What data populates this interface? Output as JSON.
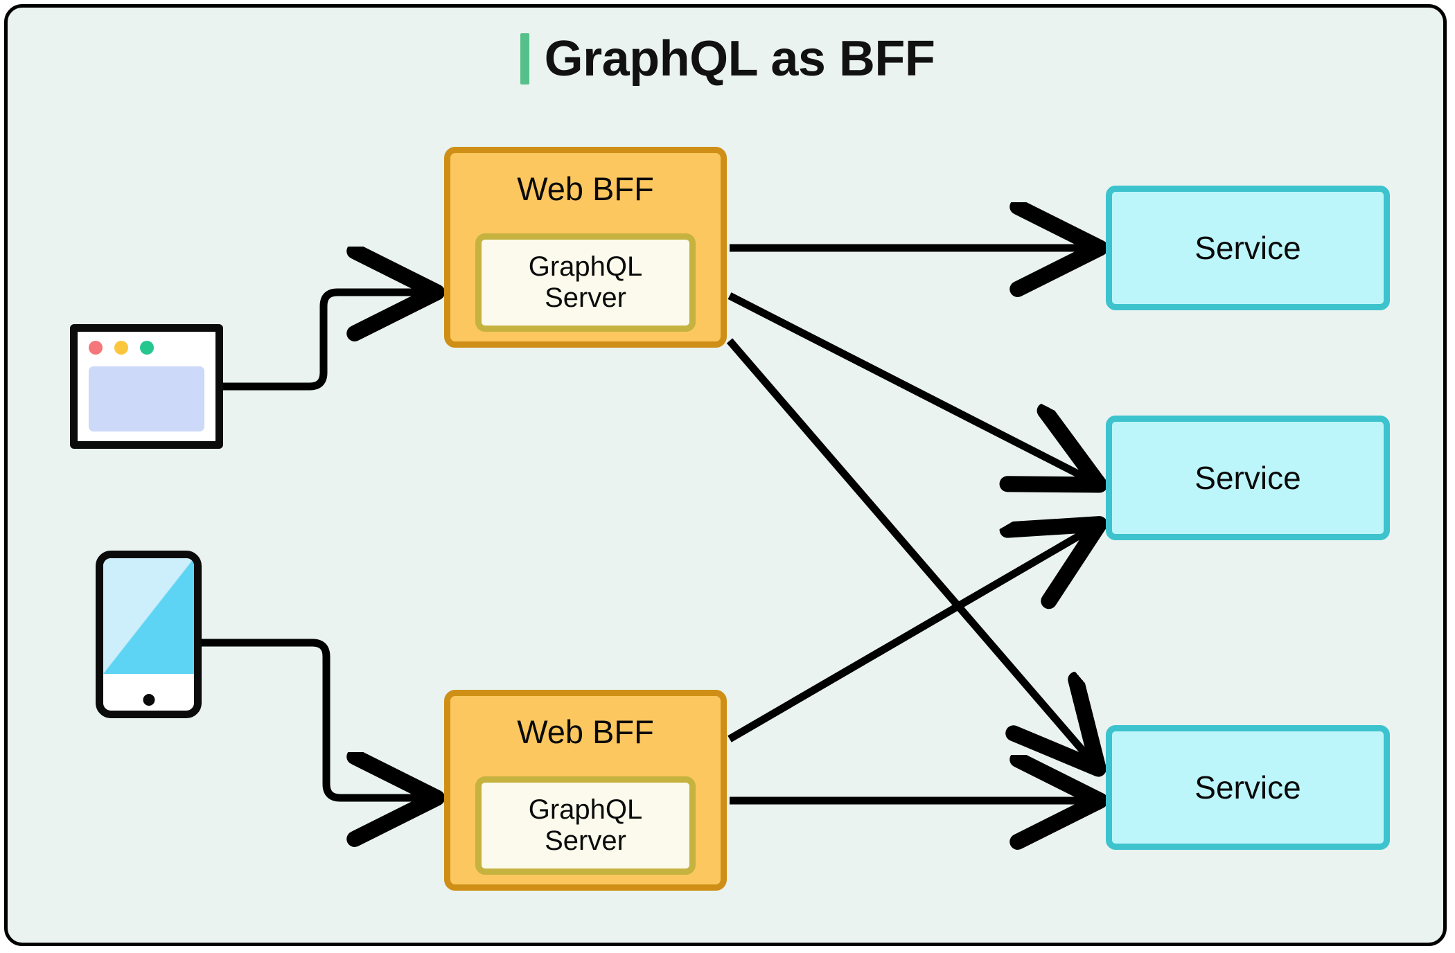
{
  "title": {
    "text": "GraphQL as BFF",
    "accent_color": "#56c08a"
  },
  "colors": {
    "canvas_background": "#eaf3f0",
    "frame_border": "#000000",
    "bff_fill": "#fcc75f",
    "bff_border": "#cf8f16",
    "graphql_fill": "#fbfaec",
    "graphql_border": "#c5b23f",
    "service_fill": "#bdf6fa",
    "service_border": "#3cc3cd",
    "connector": "#000000",
    "browser_content": "#ccd9f8",
    "browser_dot_red": "#f5777a",
    "browser_dot_yellow": "#fbc63c",
    "browser_dot_green": "#26c78f",
    "phone_screen_light": "#cdeffb",
    "phone_screen_dark": "#5dd4f4"
  },
  "clients": [
    {
      "id": "browser",
      "icon": "browser-window-icon",
      "label": ""
    },
    {
      "id": "mobile",
      "icon": "mobile-phone-icon",
      "label": ""
    }
  ],
  "bff_nodes": [
    {
      "id": "bff-top",
      "title": "Web BFF",
      "inner": {
        "label": "GraphQL\nServer"
      }
    },
    {
      "id": "bff-bot",
      "title": "Web BFF",
      "inner": {
        "label": "GraphQL\nServer"
      }
    }
  ],
  "services": [
    {
      "id": "svc-1",
      "label": "Service"
    },
    {
      "id": "svc-2",
      "label": "Service"
    },
    {
      "id": "svc-3",
      "label": "Service"
    }
  ],
  "connections": [
    {
      "from": "browser",
      "to": "bff-top",
      "style": "elbow",
      "arrow": true
    },
    {
      "from": "mobile",
      "to": "bff-bot",
      "style": "elbow",
      "arrow": true
    },
    {
      "from": "bff-top",
      "to": "svc-1",
      "style": "straight",
      "arrow": true
    },
    {
      "from": "bff-top",
      "to": "svc-2",
      "style": "straight",
      "arrow": true
    },
    {
      "from": "bff-top",
      "to": "svc-3",
      "style": "straight",
      "arrow": true
    },
    {
      "from": "bff-bot",
      "to": "svc-2",
      "style": "straight",
      "arrow": true
    },
    {
      "from": "bff-bot",
      "to": "svc-3",
      "style": "straight",
      "arrow": true
    }
  ]
}
